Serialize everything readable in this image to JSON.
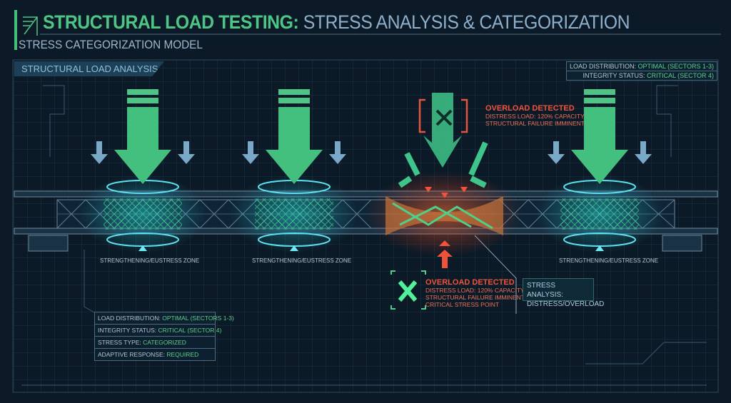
{
  "header": {
    "title_accent": "STRUCTURAL LOAD TESTING:",
    "title_rest": " STRESS ANALYSIS & CATEGORIZATION",
    "subtitle": "STRESS CATEGORIZATION MODEL"
  },
  "panel": {
    "tab": "STRUCTURAL LOAD ANALYSIS"
  },
  "top_status": {
    "load_label": "LOAD DISTRIBUTION: ",
    "load_value": "OPTIMAL (SECTORS 1-3)",
    "integrity_label": "INTEGRITY STATUS: ",
    "integrity_value": "CRITICAL (SECTOR 4)"
  },
  "zones": [
    "STRENGTHENING/EUSTRESS ZONE",
    "STRENGTHENING/EUSTRESS ZONE",
    "STRENGTHENING/EUSTRESS ZONE"
  ],
  "overload_top": {
    "heading": "OVERLOAD DETECTED",
    "line1": "DISTRESS LOAD: 120% CAPACITY",
    "line2": "STRUCTURAL FAILURE IMMINENT"
  },
  "overload_bottom": {
    "heading": "OVERLOAD DETECTED",
    "line1": "DISTRESS LOAD: 120% CAPACITY",
    "line2": "STRUCTURAL FAILURE IMMINENT",
    "line3": "CRITICAL STRESS POINT"
  },
  "stress_analysis": {
    "line1": "STRESS ANALYSIS:",
    "line2": "DISTRESS/OVERLOAD"
  },
  "summary_table": [
    {
      "label": "LOAD DISTRIBUTION: ",
      "value": "OPTIMAL (SECTORS 1-3)"
    },
    {
      "label": "INTEGRITY STATUS: ",
      "value": "CRITICAL (SECTOR 4)"
    },
    {
      "label": "STRESS TYPE: ",
      "value": "CATEGORIZED"
    },
    {
      "label": "ADAPTIVE RESPONSE: ",
      "value": "REQUIRED"
    }
  ],
  "colors": {
    "accent_green": "#4fc585",
    "alert_red": "#f0523a",
    "background": "#0b1a26"
  }
}
